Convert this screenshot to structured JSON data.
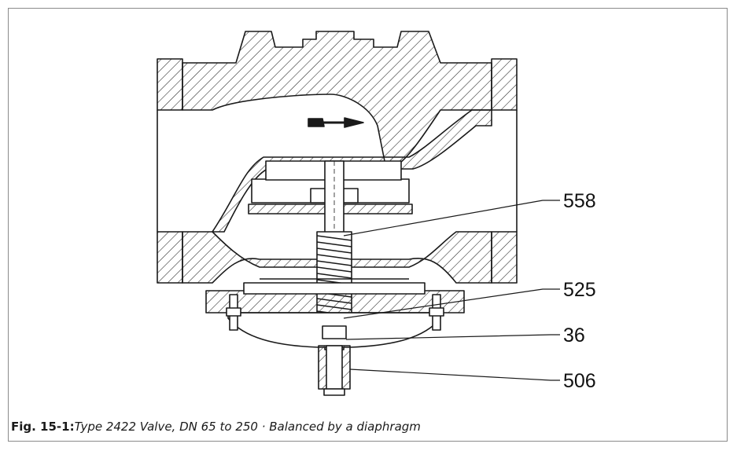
{
  "figure": {
    "number": "Fig. 15-1:",
    "caption": "Type 2422 Valve, DN 65 to 250 · Balanced by a diaphragm"
  },
  "callouts": [
    {
      "label": "558"
    },
    {
      "label": "525"
    },
    {
      "label": "36"
    },
    {
      "label": "506"
    }
  ],
  "colors": {
    "line": "#1a1a1a",
    "frame": "#8a8a8a"
  }
}
